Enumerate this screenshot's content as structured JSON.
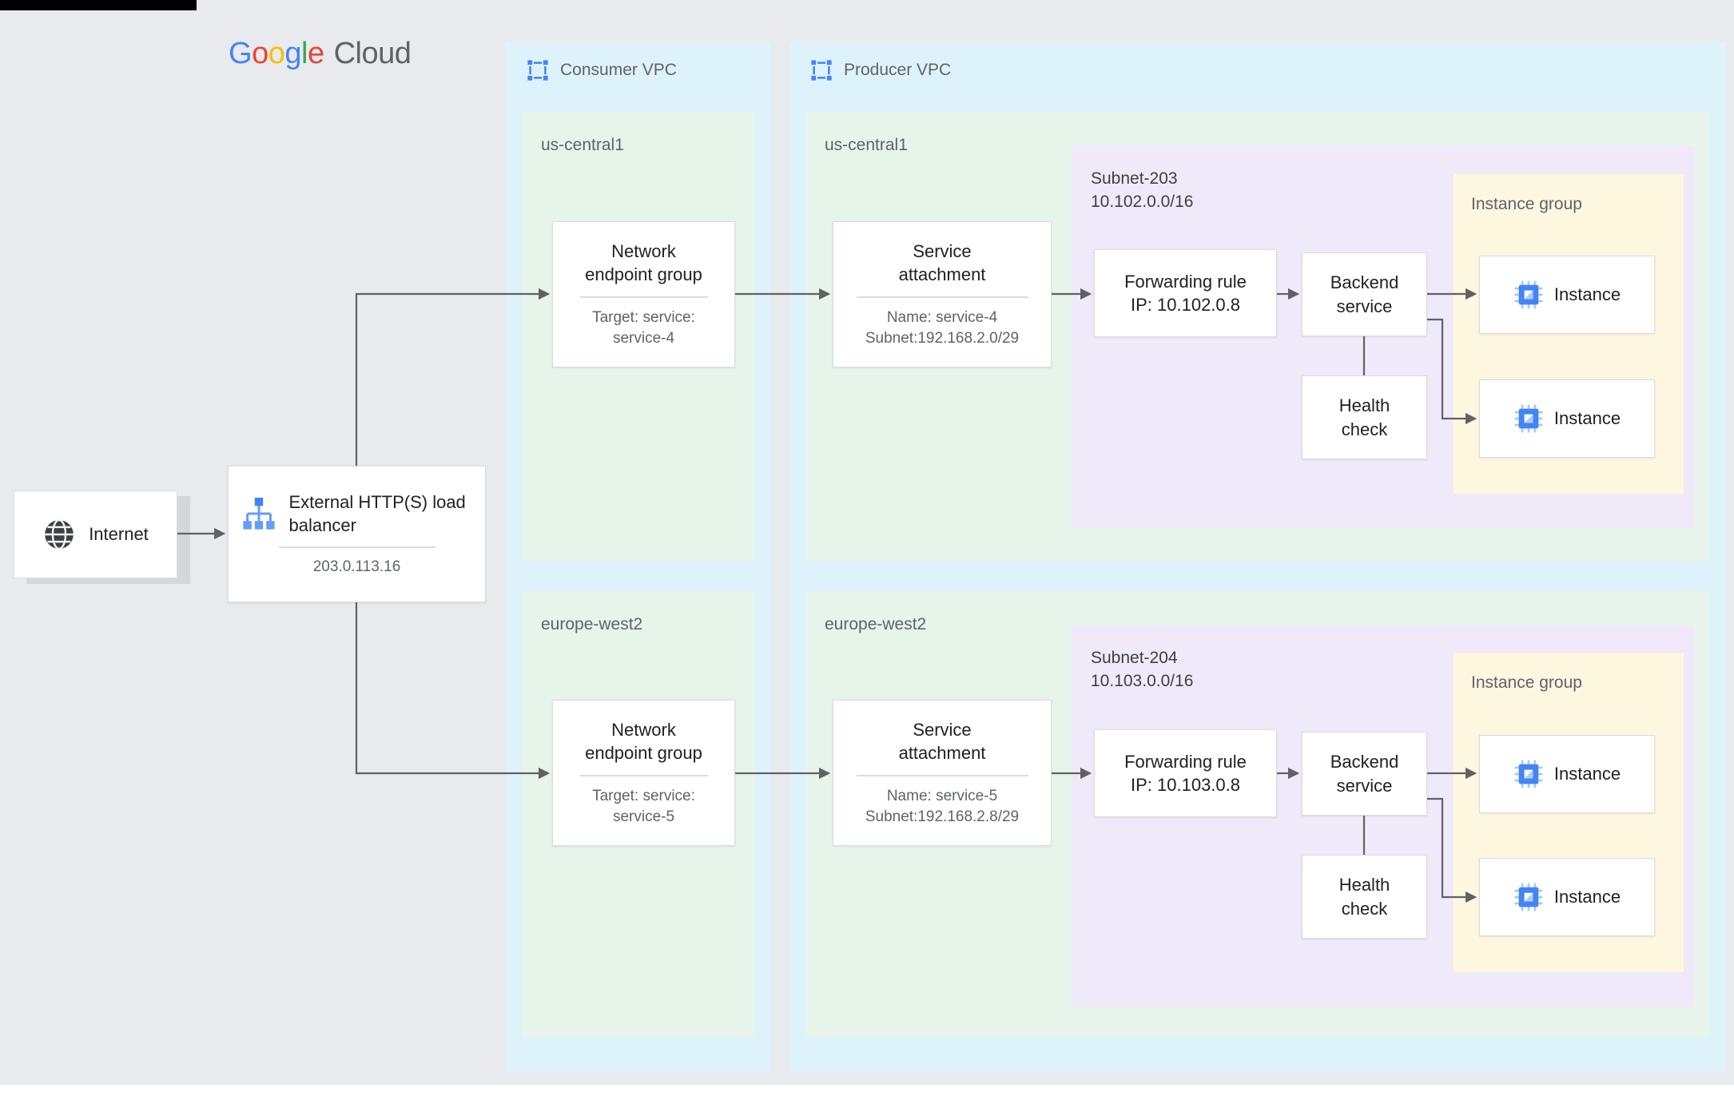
{
  "colors": {
    "canvas_bg": "#E8EAED",
    "vpc_bg": "#DEF2FB",
    "region_bg": "#E6F4EA",
    "subnet_bg": "#F0E9F9",
    "instance_group_bg": "#FEF7E0",
    "node_bg": "#FFFFFF",
    "node_border": "#DADCE0",
    "title_text": "#202124",
    "secondary_text": "#5F6368",
    "arrow": "#616161",
    "accent_blue": "#4285F4",
    "google_red": "#EA4335",
    "google_yellow": "#FBBC04",
    "google_green": "#34A853"
  },
  "logo": {
    "letters": [
      "G",
      "o",
      "o",
      "g",
      "l",
      "e"
    ],
    "suffix": "Cloud"
  },
  "internet": {
    "label": "Internet"
  },
  "load_balancer": {
    "title": "External HTTP(S) load balancer",
    "ip": "203.0.113.16"
  },
  "consumer_vpc": {
    "label": "Consumer VPC",
    "regions": [
      {
        "name": "us-central1",
        "neg": {
          "title": "Network endpoint group",
          "target": "Target: service: service-4"
        }
      },
      {
        "name": "europe-west2",
        "neg": {
          "title": "Network endpoint group",
          "target": "Target: service: service-5"
        }
      }
    ]
  },
  "producer_vpc": {
    "label": "Producer VPC",
    "regions": [
      {
        "name": "us-central1",
        "service_attachment": {
          "title": "Service attachment",
          "name": "Name: service-4",
          "subnet": "Subnet:192.168.2.0/29"
        },
        "subnet": {
          "name": "Subnet-203",
          "cidr": "10.102.0.0/16",
          "forwarding_rule": {
            "label": "Forwarding rule",
            "ip": "IP: 10.102.0.8"
          },
          "backend_service": "Backend service",
          "health_check": "Health check",
          "instance_group": {
            "label": "Instance group",
            "instances": [
              "Instance",
              "Instance"
            ]
          }
        }
      },
      {
        "name": "europe-west2",
        "service_attachment": {
          "title": "Service attachment",
          "name": "Name: service-5",
          "subnet": "Subnet:192.168.2.8/29"
        },
        "subnet": {
          "name": "Subnet-204",
          "cidr": "10.103.0.0/16",
          "forwarding_rule": {
            "label": "Forwarding rule",
            "ip": "IP: 10.103.0.8"
          },
          "backend_service": "Backend service",
          "health_check": "Health check",
          "instance_group": {
            "label": "Instance group",
            "instances": [
              "Instance",
              "Instance"
            ]
          }
        }
      }
    ]
  }
}
